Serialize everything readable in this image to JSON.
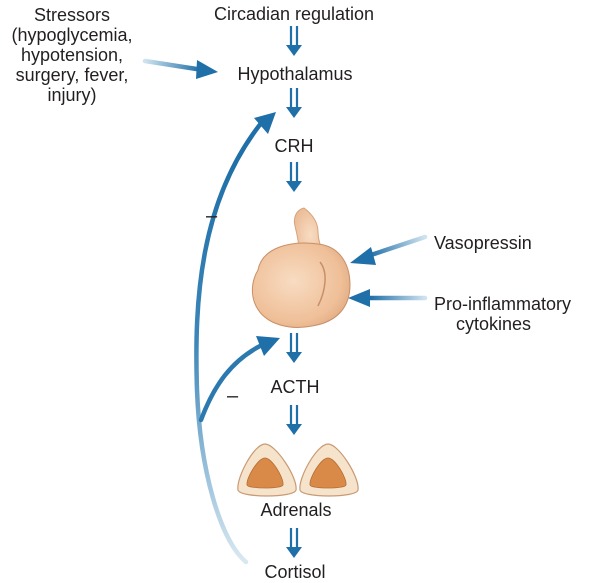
{
  "labels": {
    "stressors": [
      "Stressors",
      "(hypoglycemia,",
      "hypotension,",
      "surgery, fever,",
      "injury)"
    ],
    "circadian": "Circadian regulation",
    "hypothalamus": "Hypothalamus",
    "crh": "CRH",
    "vasopressin": "Vasopressin",
    "cytokines": [
      "Pro-inflammatory",
      "cytokines"
    ],
    "acth": "ACTH",
    "adrenals": "Adrenals",
    "cortisol": "Cortisol",
    "feedback_sign_upper": "–",
    "feedback_sign_lower": "–"
  },
  "colors": {
    "arrow_blue": "#1f6fa8",
    "arrow_fade": "#cfe3ef",
    "pituitary_light": "#f6d4b6",
    "pituitary_dark": "#d9a27a",
    "adrenal_outer": "#f5e3cc",
    "adrenal_inner": "#d98a48",
    "text": "#231f20"
  }
}
